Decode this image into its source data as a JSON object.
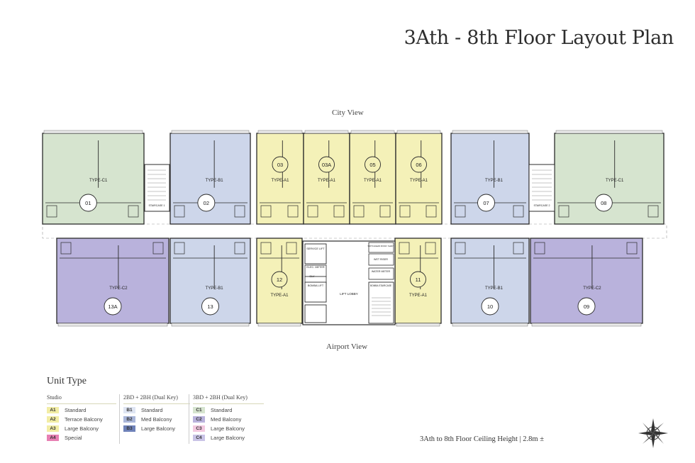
{
  "title": "3Ath - 8th Floor Layout Plan",
  "views": {
    "top": "City View",
    "bottom": "Airport View"
  },
  "colors": {
    "green": "#d6e4cf",
    "blue": "#cdd6ea",
    "yellow": "#f4f1b8",
    "purple": "#b9b2dc",
    "outline": "#2b2b2b",
    "corridor": "#ffffff"
  },
  "units_top": [
    {
      "number": "01",
      "type": "TYPE-C1",
      "color": "green"
    },
    {
      "number": "02",
      "type": "TYPE-B1",
      "color": "blue"
    },
    {
      "number": "03",
      "type": "TYPE-A1",
      "color": "yellow"
    },
    {
      "number": "03A",
      "type": "TYPE-A1",
      "color": "yellow"
    },
    {
      "number": "05",
      "type": "TYPE-A1",
      "color": "yellow"
    },
    {
      "number": "06",
      "type": "TYPE-A1",
      "color": "yellow"
    },
    {
      "number": "07",
      "type": "TYPE-B1",
      "color": "blue"
    },
    {
      "number": "08",
      "type": "TYPE-C1",
      "color": "green"
    }
  ],
  "units_bottom": [
    {
      "number": "13A",
      "type": "TYPE-C2",
      "color": "purple"
    },
    {
      "number": "13",
      "type": "TYPE-B1",
      "color": "blue"
    },
    {
      "number": "12",
      "type": "TYPE-A1",
      "color": "yellow"
    },
    {
      "number": "11",
      "type": "TYPE-A1",
      "color": "yellow"
    },
    {
      "number": "10",
      "type": "TYPE-B1",
      "color": "blue"
    },
    {
      "number": "09",
      "type": "TYPE-C2",
      "color": "purple"
    }
  ],
  "core_labels": {
    "staircase_1": "STAIRCASE 1",
    "staircase_2": "STAIRCASE 2",
    "service_lift": "SERVICE LIFT",
    "elec_meter": "ELEC. METER",
    "elv": "ELV",
    "bomba_lift": "BOMBA LIFT",
    "lift_lobby": "LIFT LOBBY",
    "riser_top": "SWITCHGEAR ROOM / SHAFT",
    "wet_riser": "WET RISER",
    "water_meter": "WATER METER",
    "bomba_staircase": "BOMBA STAIRCASE"
  },
  "legend": {
    "title": "Unit Type",
    "groups": [
      {
        "heading": "Studio",
        "items": [
          {
            "code": "A1",
            "label": "Standard",
            "color": "#f2eda5"
          },
          {
            "code": "A2",
            "label": "Terrace Balcony",
            "color": "#f2eda5"
          },
          {
            "code": "A3",
            "label": "Large Balcony",
            "color": "#f2eda5"
          },
          {
            "code": "A4",
            "label": "Special",
            "color": "#e77fb3"
          }
        ]
      },
      {
        "heading": "2BD + 2BH (Dual Key)",
        "items": [
          {
            "code": "B1",
            "label": "Standard",
            "color": "#dfe5f3"
          },
          {
            "code": "B2",
            "label": "Med Balcony",
            "color": "#a9b6d9"
          },
          {
            "code": "B3",
            "label": "Large Balcony",
            "color": "#6e81b8"
          }
        ]
      },
      {
        "heading": "3BD + 2BH (Dual Key)",
        "items": [
          {
            "code": "C1",
            "label": "Standard",
            "color": "#d6e4cf"
          },
          {
            "code": "C2",
            "label": "Med Balcony",
            "color": "#b9b2dc"
          },
          {
            "code": "C3",
            "label": "Large Balcony",
            "color": "#f3c9e0"
          },
          {
            "code": "C4",
            "label": "Large Balcony",
            "color": "#c9c3e6"
          }
        ]
      }
    ]
  },
  "ceiling_note": "3Ath to 8th Floor Ceiling Height  |  2.8m ±"
}
